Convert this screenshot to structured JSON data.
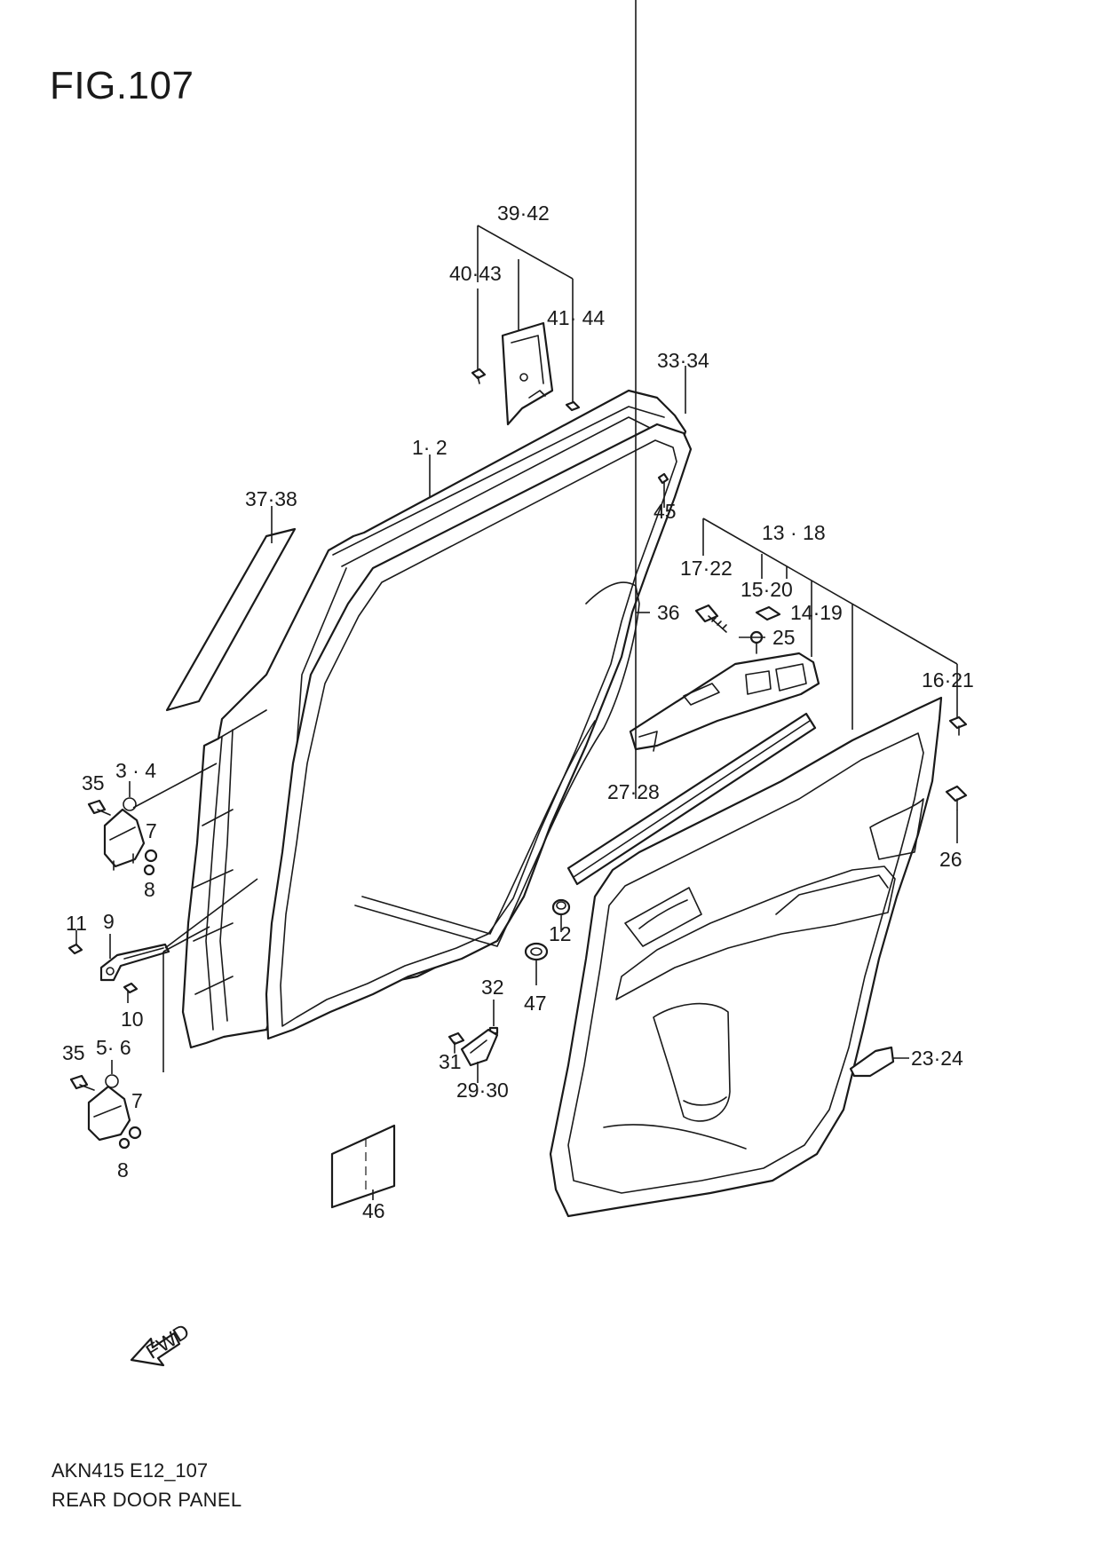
{
  "figure": {
    "title": "FIG.107",
    "code": "AKN415 E12_107",
    "name": "REAR DOOR PANEL"
  },
  "callouts": {
    "c39_42": "39·42",
    "c40_43": "40·43",
    "c41_44": "41· 44",
    "c33_34": "33·34",
    "c1_2": "1· 2",
    "c37_38": "37·38",
    "c45": "45",
    "c13_18": "13 · 18",
    "c17_22": "17·22",
    "c15_20": "15·20",
    "c14_19": "14·19",
    "c25": "25",
    "c36": "36",
    "c16_21": "16·21",
    "c35a": "35",
    "c3_4": "3 · 4",
    "c7a": "7",
    "c8a": "8",
    "c27_28": "27·28",
    "c26": "26",
    "c11": "11",
    "c9": "9",
    "c12": "12",
    "c10": "10",
    "c32": "32",
    "c47": "47",
    "c35b": "35",
    "c5_6": "5· 6",
    "c31": "31",
    "c29_30": "29·30",
    "c23_24": "23·24",
    "c7b": "7",
    "c8b": "8",
    "c46": "46",
    "fwd": "FWD"
  }
}
